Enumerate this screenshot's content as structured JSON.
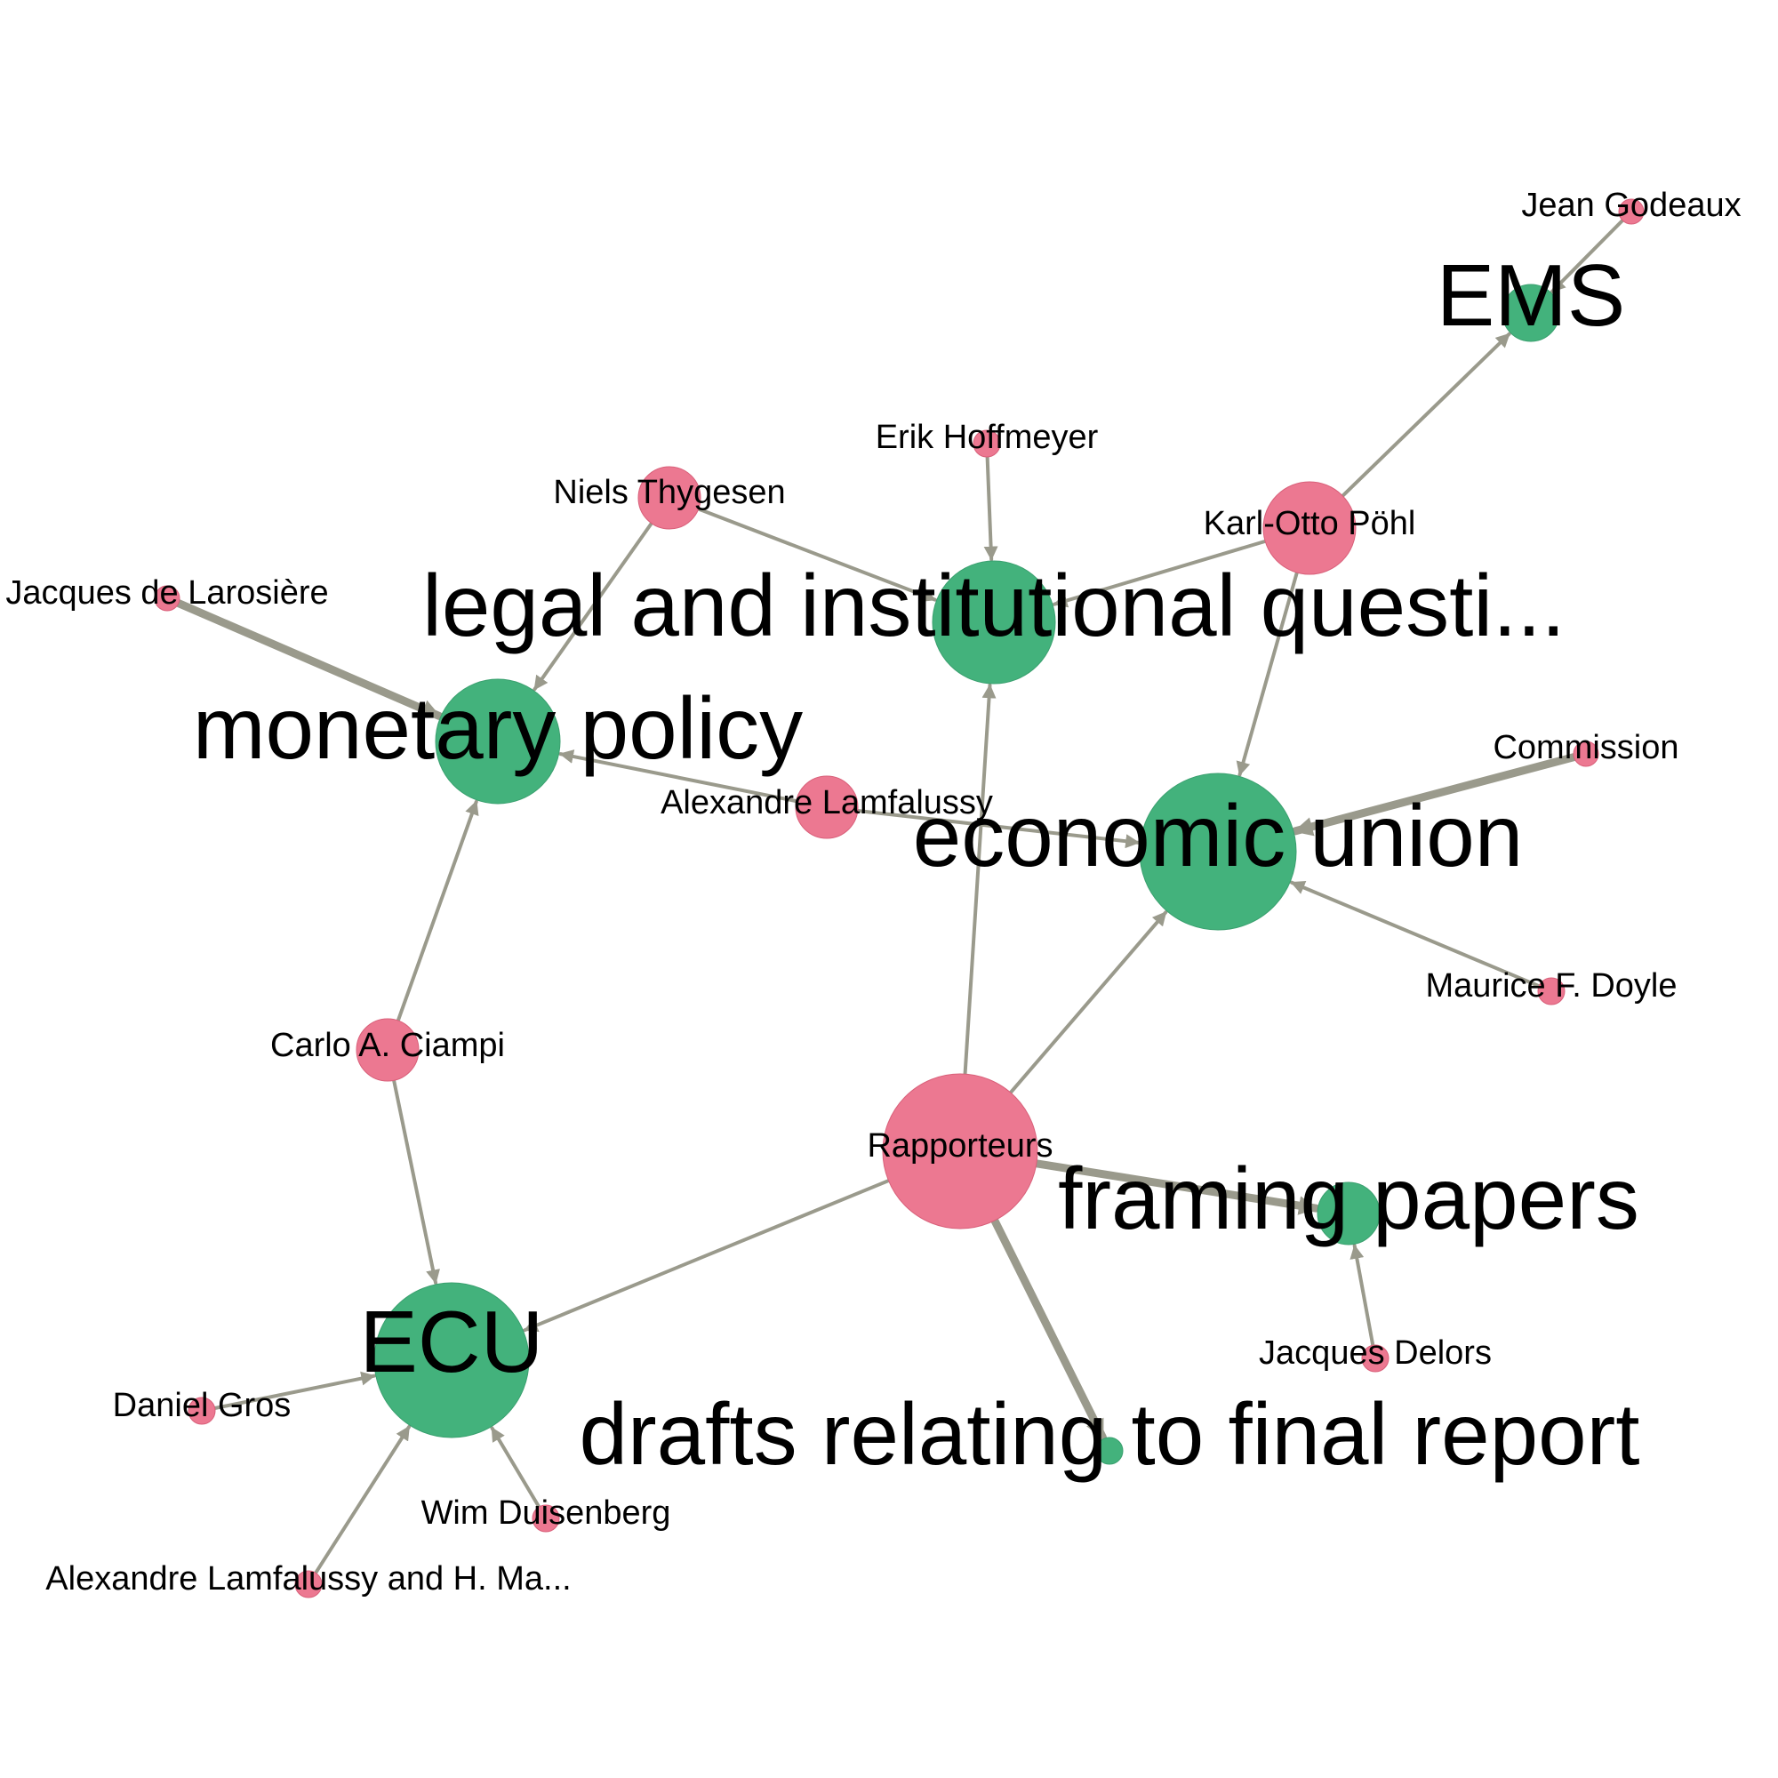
{
  "colors": {
    "person": "#ec7891",
    "topic": "#43b27c",
    "edge": "#9a9a8c",
    "background": "#ffffff"
  },
  "nodes": [
    {
      "id": "jean_godeaux",
      "label": "Jean Godeaux",
      "group": "person"
    },
    {
      "id": "ems",
      "label": "EMS",
      "group": "topic"
    },
    {
      "id": "erik_hoffmeyer",
      "label": "Erik Hoffmeyer",
      "group": "person"
    },
    {
      "id": "niels_thygesen",
      "label": "Niels Thygesen",
      "group": "person"
    },
    {
      "id": "karl_otto_pohl",
      "label": "Karl-Otto Pöhl",
      "group": "person"
    },
    {
      "id": "jacques_de_larosiere",
      "label": "Jacques de Larosière",
      "group": "person"
    },
    {
      "id": "legal_institutional",
      "label": "legal and institutional questi...",
      "group": "topic"
    },
    {
      "id": "monetary_policy",
      "label": "monetary policy",
      "group": "topic"
    },
    {
      "id": "commission",
      "label": "Commission",
      "group": "person"
    },
    {
      "id": "alexandre_lamfalussy",
      "label": "Alexandre Lamfalussy",
      "group": "person"
    },
    {
      "id": "economic_union",
      "label": "economic union",
      "group": "topic"
    },
    {
      "id": "maurice_doyle",
      "label": "Maurice F. Doyle",
      "group": "person"
    },
    {
      "id": "carlo_ciampi",
      "label": "Carlo A. Ciampi",
      "group": "person"
    },
    {
      "id": "rapporteurs",
      "label": "Rapporteurs",
      "group": "person"
    },
    {
      "id": "framing_papers",
      "label": "framing papers",
      "group": "topic"
    },
    {
      "id": "jacques_delors",
      "label": "Jacques Delors",
      "group": "person"
    },
    {
      "id": "ecu",
      "label": "ECU",
      "group": "topic"
    },
    {
      "id": "daniel_gros",
      "label": "Daniel Gros",
      "group": "person"
    },
    {
      "id": "drafts_final_report",
      "label": "drafts relating to final report",
      "group": "topic"
    },
    {
      "id": "wim_duisenberg",
      "label": "Wim Duisenberg",
      "group": "person"
    },
    {
      "id": "lamfalussy_and_h",
      "label": "Alexandre Lamfalussy and H. Ma...",
      "group": "person"
    }
  ],
  "edges": [
    {
      "source": "jean_godeaux",
      "target": "ems",
      "weight": 1
    },
    {
      "source": "karl_otto_pohl",
      "target": "ems",
      "weight": 1
    },
    {
      "source": "karl_otto_pohl",
      "target": "legal_institutional",
      "weight": 1
    },
    {
      "source": "karl_otto_pohl",
      "target": "economic_union",
      "weight": 1
    },
    {
      "source": "erik_hoffmeyer",
      "target": "legal_institutional",
      "weight": 1
    },
    {
      "source": "niels_thygesen",
      "target": "legal_institutional",
      "weight": 1
    },
    {
      "source": "niels_thygesen",
      "target": "monetary_policy",
      "weight": 1
    },
    {
      "source": "jacques_de_larosiere",
      "target": "monetary_policy",
      "weight": 3
    },
    {
      "source": "alexandre_lamfalussy",
      "target": "monetary_policy",
      "weight": 1
    },
    {
      "source": "alexandre_lamfalussy",
      "target": "economic_union",
      "weight": 1
    },
    {
      "source": "commission",
      "target": "economic_union",
      "weight": 3
    },
    {
      "source": "maurice_doyle",
      "target": "economic_union",
      "weight": 1
    },
    {
      "source": "rapporteurs",
      "target": "economic_union",
      "weight": 1
    },
    {
      "source": "rapporteurs",
      "target": "legal_institutional",
      "weight": 1
    },
    {
      "source": "rapporteurs",
      "target": "framing_papers",
      "weight": 3
    },
    {
      "source": "rapporteurs",
      "target": "drafts_final_report",
      "weight": 3
    },
    {
      "source": "rapporteurs",
      "target": "ecu",
      "weight": 1
    },
    {
      "source": "carlo_ciampi",
      "target": "monetary_policy",
      "weight": 1
    },
    {
      "source": "carlo_ciampi",
      "target": "ecu",
      "weight": 1
    },
    {
      "source": "jacques_delors",
      "target": "framing_papers",
      "weight": 1
    },
    {
      "source": "daniel_gros",
      "target": "ecu",
      "weight": 1
    },
    {
      "source": "wim_duisenberg",
      "target": "ecu",
      "weight": 1
    },
    {
      "source": "lamfalussy_and_h",
      "target": "ecu",
      "weight": 1
    }
  ]
}
